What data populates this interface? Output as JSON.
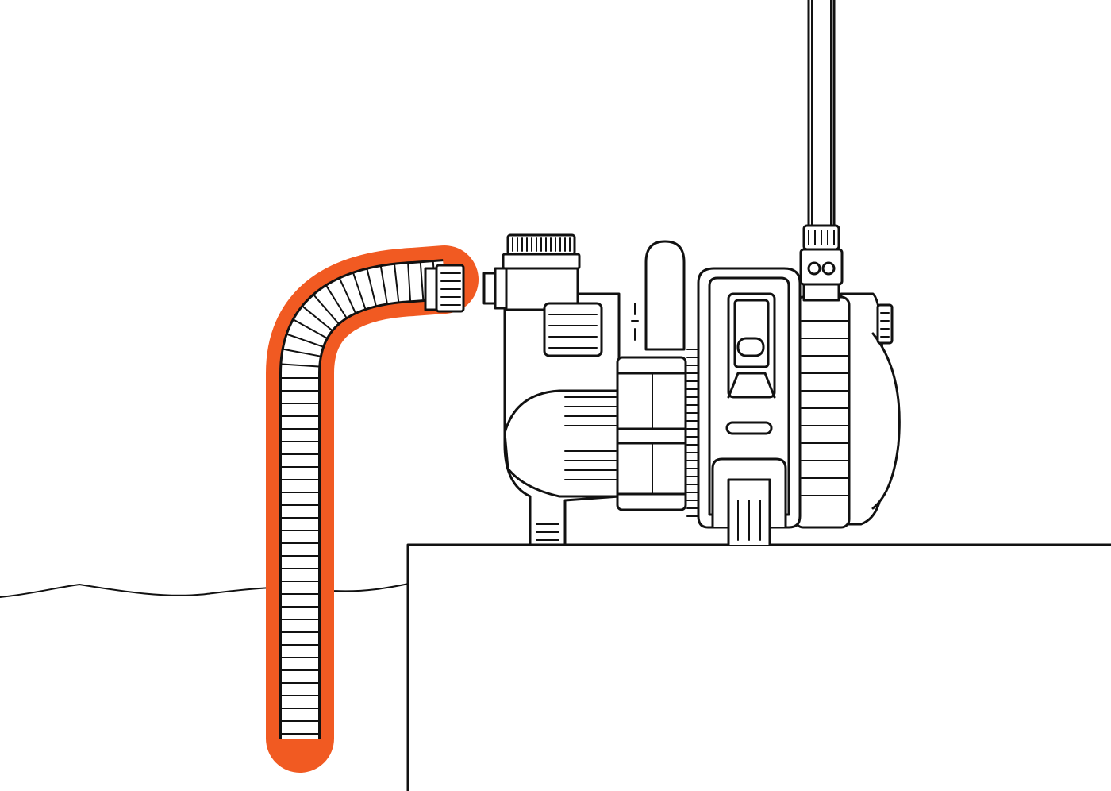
{
  "diagram": {
    "highlight_color": "#f15a22",
    "line_color": "#111111",
    "background_color": "#ffffff",
    "parts": [
      "suction-hose",
      "garden-pump",
      "outlet-hose",
      "platform",
      "water-surface"
    ]
  }
}
